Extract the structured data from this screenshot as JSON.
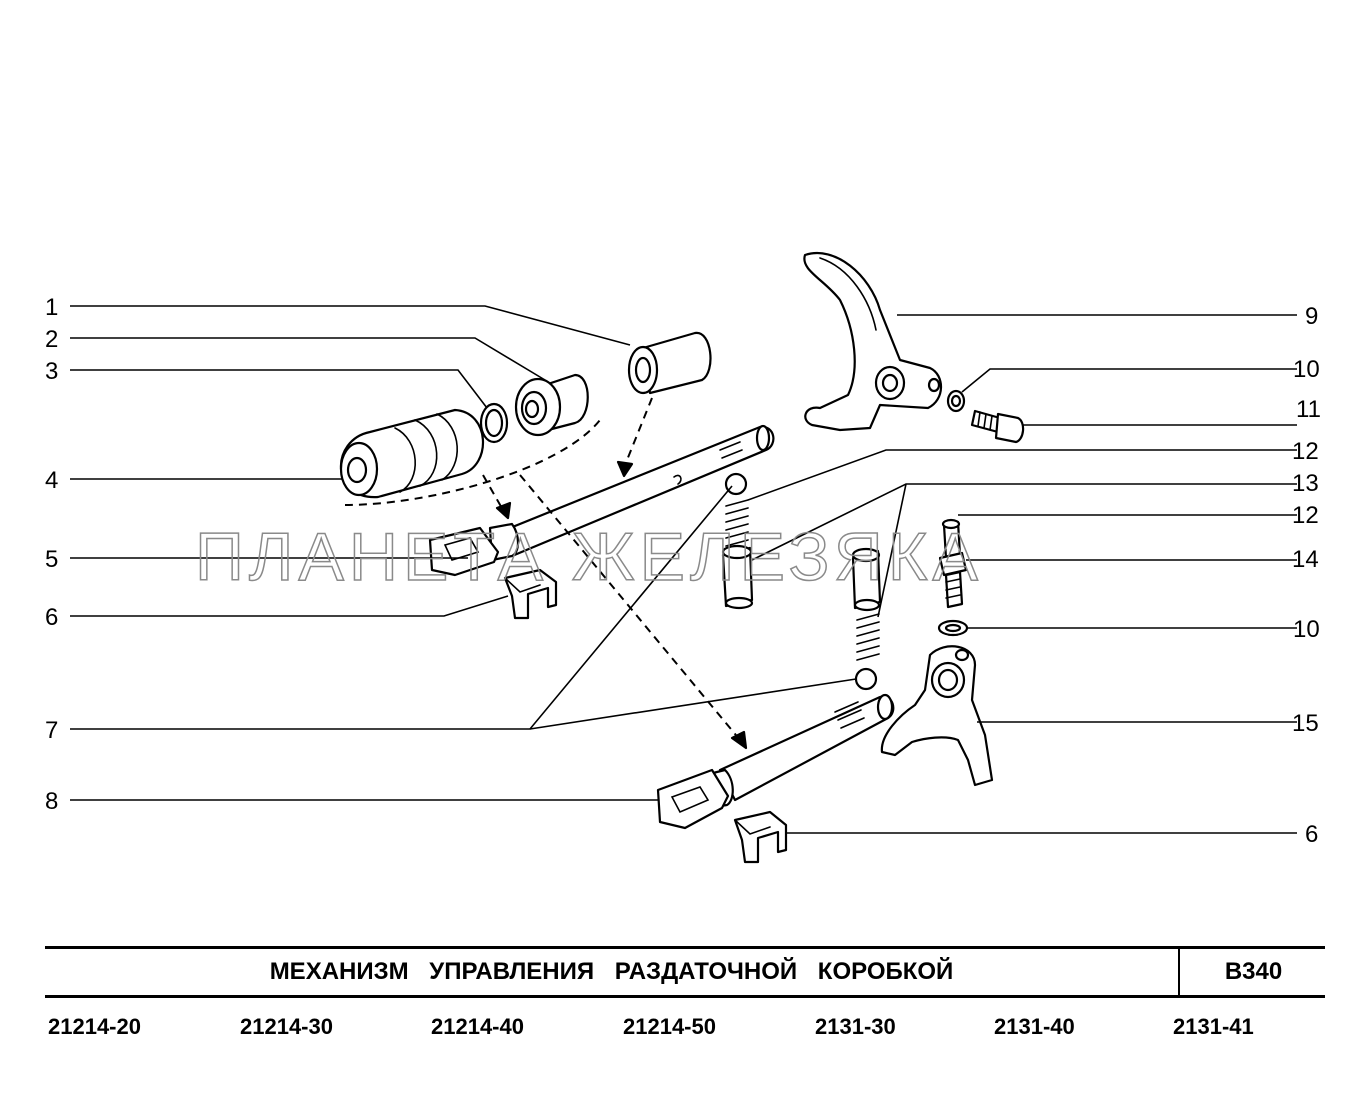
{
  "watermark": "ПЛАНЕТА ЖЕЛЕЗЯКА",
  "callouts": [
    "1",
    "2",
    "3",
    "4",
    "5",
    "6",
    "7",
    "8",
    "9",
    "10",
    "11",
    "12",
    "13",
    "12",
    "14",
    "10",
    "15",
    "6"
  ],
  "title": "МЕХАНИЗМ   УПРАВЛЕНИЯ   РАЗДАТОЧНОЙ   КОРОБКОЙ",
  "code": "B340",
  "models": [
    "21214-20",
    "21214-30",
    "21214-40",
    "21214-50",
    "2131-30",
    "2131-40",
    "2131-41"
  ]
}
